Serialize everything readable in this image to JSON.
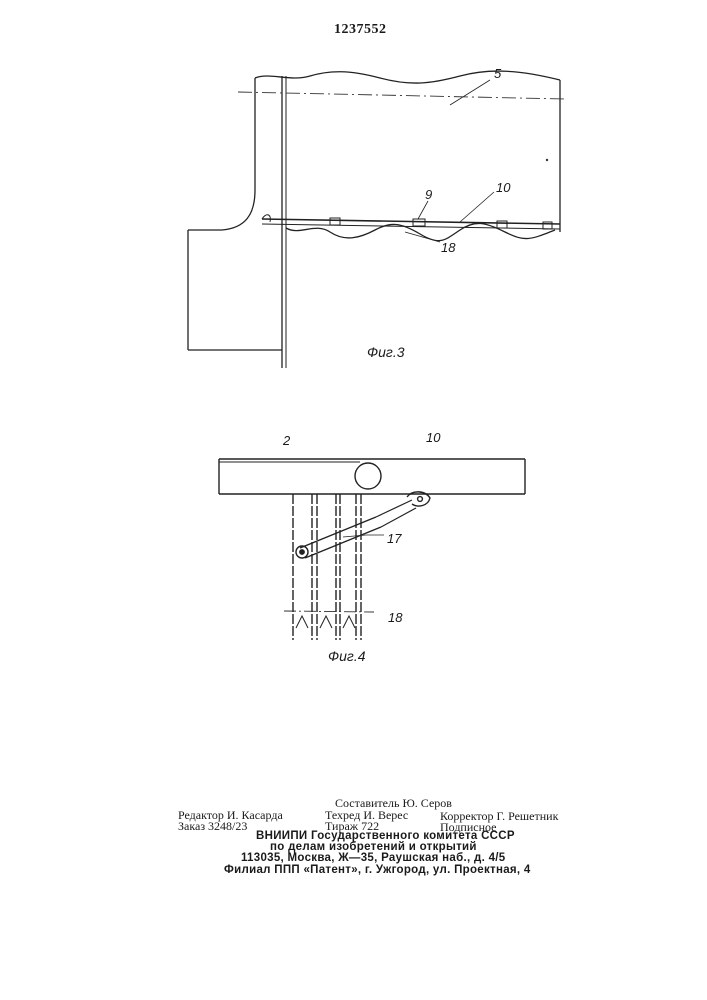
{
  "patent_number": "1237552",
  "figures": [
    {
      "caption": "Фиг.3",
      "labels": [
        "5",
        "9",
        "10",
        "18"
      ]
    },
    {
      "caption": "Фиг.4",
      "labels": [
        "2",
        "10",
        "17",
        "18"
      ]
    }
  ],
  "footer": {
    "editor": "Редактор И. Касарда",
    "compiler": "Составитель Ю. Серов",
    "techred": "Техред И. Верес",
    "corrector": "Корректор Г. Решетник",
    "order": "Заказ 3248/23",
    "circulation": "Тираж 722",
    "subscription": "Подписное",
    "org_line1": "ВНИИПИ Государственного комитета СССР",
    "org_line2": "по делам изобретений и открытий",
    "org_line3": "113035, Москва, Ж—35, Раушская наб., д. 4/5",
    "branch": "Филиал ППП «Патент», г. Ужгород, ул. Проектная, 4"
  }
}
